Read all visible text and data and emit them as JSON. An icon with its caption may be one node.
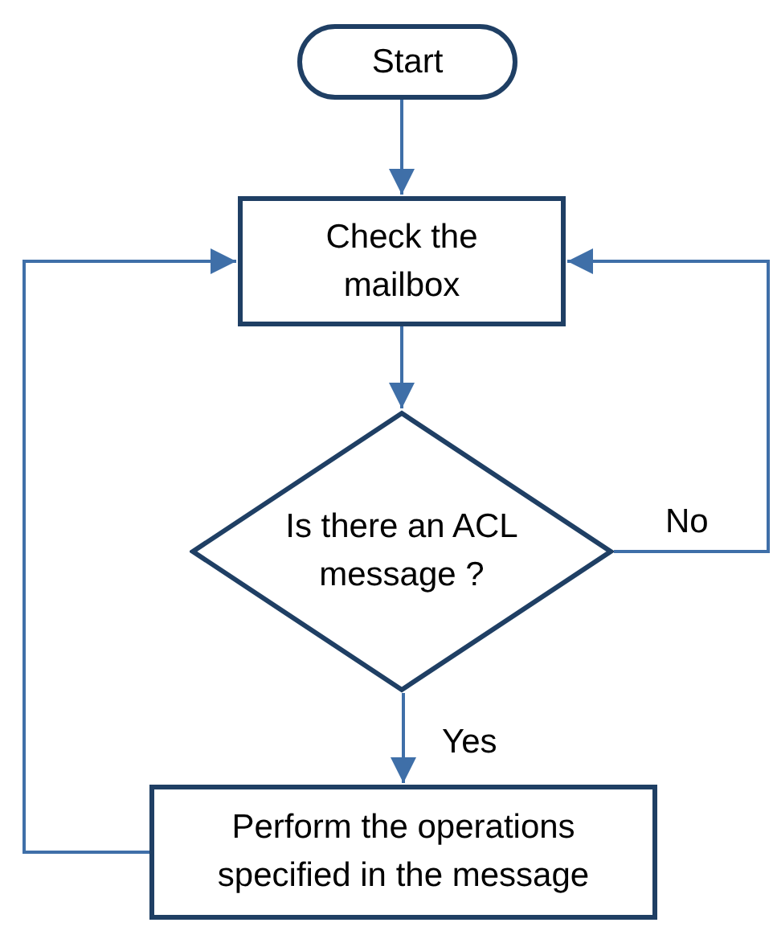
{
  "diagram": {
    "nodes": [
      {
        "text": [
          "Start"
        ]
      },
      {
        "text": [
          "Check the mailbox"
        ]
      },
      {
        "text": [
          "Is there an ACL message ?"
        ]
      },
      {
        "text": [
          "Perform the operations specified in the message"
        ]
      }
    ],
    "edges": [
      {
        "from": 0,
        "to": 1,
        "arrow": "to"
      },
      {
        "from": 1,
        "to": 2,
        "arrow": "to"
      },
      {
        "from": 2,
        "to": 3,
        "arrow": "to",
        "label": "Yes"
      },
      {
        "from": 2,
        "to": 1,
        "arrow": "to",
        "label": "No"
      },
      {
        "from": 3,
        "to": 1,
        "arrow": "to"
      }
    ]
  }
}
